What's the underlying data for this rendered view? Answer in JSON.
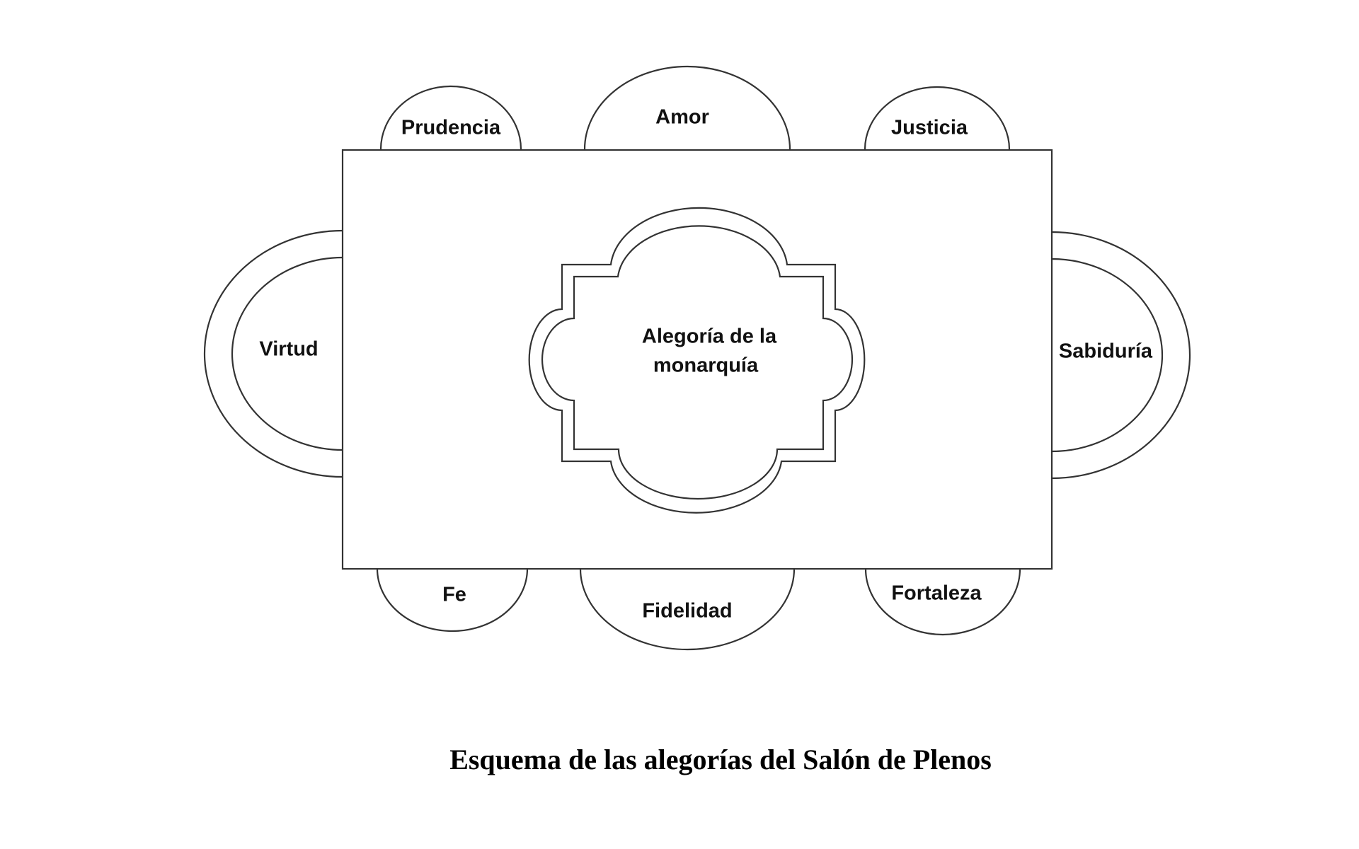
{
  "diagram": {
    "top": [
      "Prudencia",
      "Amor",
      "Justicia"
    ],
    "left": "Virtud",
    "right": "Sabiduría",
    "bottom": [
      "Fe",
      "Fidelidad",
      "Fortaleza"
    ],
    "center_line1": "Alegoría de la",
    "center_line2": "monarquía"
  },
  "caption": "Esquema de las alegorías del Salón de Plenos"
}
